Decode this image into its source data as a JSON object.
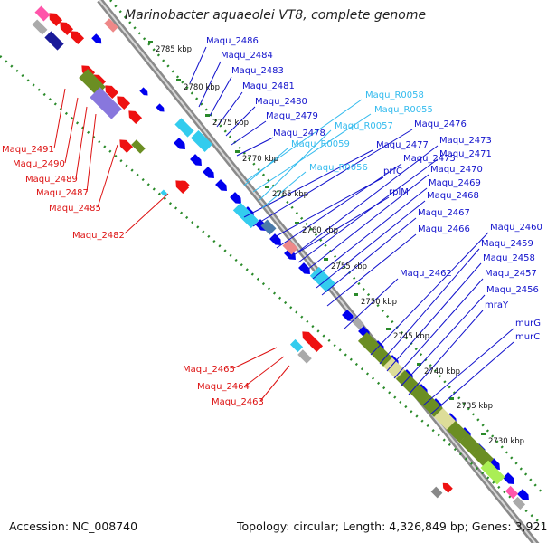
{
  "title": "Marinobacter aquaeolei VT8, complete genome",
  "footer": {
    "accession_label": "Accession:",
    "accession": "NC_008740",
    "topology_label": "Topology:",
    "topology": "circular",
    "length_label": "Length:",
    "length": "4,326,849 bp",
    "genes_label": "Genes:",
    "genes": "3,921"
  },
  "colors": {
    "forward_genes": "#0000ee",
    "reverse_genes": "#ee0000",
    "rna_genes": "#33ccee",
    "backbone": "#888888",
    "ticks": "#228822",
    "operon_green": "#6b8e23"
  },
  "scale_labels": [
    "2785 kbp",
    "2780 kbp",
    "2775 kbp",
    "2770 kbp",
    "2765 kbp",
    "2760 kbp",
    "2755 kbp",
    "2750 kbp",
    "2745 kbp",
    "2740 kbp",
    "2735 kbp",
    "2730 kbp"
  ],
  "forward_labels": [
    "Maqu_2486",
    "Maqu_2484",
    "Maqu_2483",
    "Maqu_2481",
    "Maqu_2480",
    "Maqu_2479",
    "Maqu_2478",
    "Maqu_2477",
    "Maqu_2476",
    "prfC",
    "Maqu_2475",
    "rplM",
    "Maqu_2473",
    "Maqu_2471",
    "Maqu_2470",
    "Maqu_2469",
    "Maqu_2468",
    "Maqu_2467",
    "Maqu_2466",
    "Maqu_2462",
    "Maqu_2460",
    "Maqu_2459",
    "Maqu_2458",
    "Maqu_2457",
    "Maqu_2456",
    "mraY",
    "murG",
    "murC"
  ],
  "rna_labels": [
    "Maqu_R0058",
    "Maqu_R0055",
    "Maqu_R0057",
    "Maqu_R0059",
    "Maqu_R0056"
  ],
  "reverse_labels": [
    "Maqu_2491",
    "Maqu_2490",
    "Maqu_2489",
    "Maqu_2487",
    "Maqu_2485",
    "Maqu_2482",
    "Maqu_2465",
    "Maqu_2464",
    "Maqu_2463"
  ]
}
